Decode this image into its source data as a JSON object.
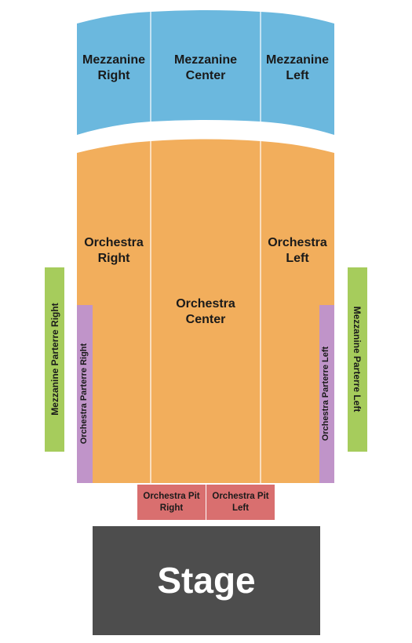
{
  "sections": {
    "mezz_right": "Mezzanine\nRight",
    "mezz_center": "Mezzanine\nCenter",
    "mezz_left": "Mezzanine\nLeft",
    "orch_right": "Orchestra\nRight",
    "orch_center": "Orchestra\nCenter",
    "orch_left": "Orchestra\nLeft",
    "orch_parterre_right": "Orchestra Parterre Right",
    "orch_parterre_left": "Orchestra Parterre Left",
    "mezz_parterre_right": "Mezzanine Parterre Right",
    "mezz_parterre_left": "Mezzanine Parterre Left",
    "pit_right": "Orchestra Pit\nRight",
    "pit_left": "Orchestra Pit\nLeft",
    "stage": "Stage"
  },
  "colors": {
    "mezzanine": "#6bb8de",
    "orchestra": "#f2ae5c",
    "parterre": "#c094c9",
    "mezz_parterre": "#a6cc5c",
    "pit": "#d96f6f",
    "stage": "#4d4d4d"
  }
}
